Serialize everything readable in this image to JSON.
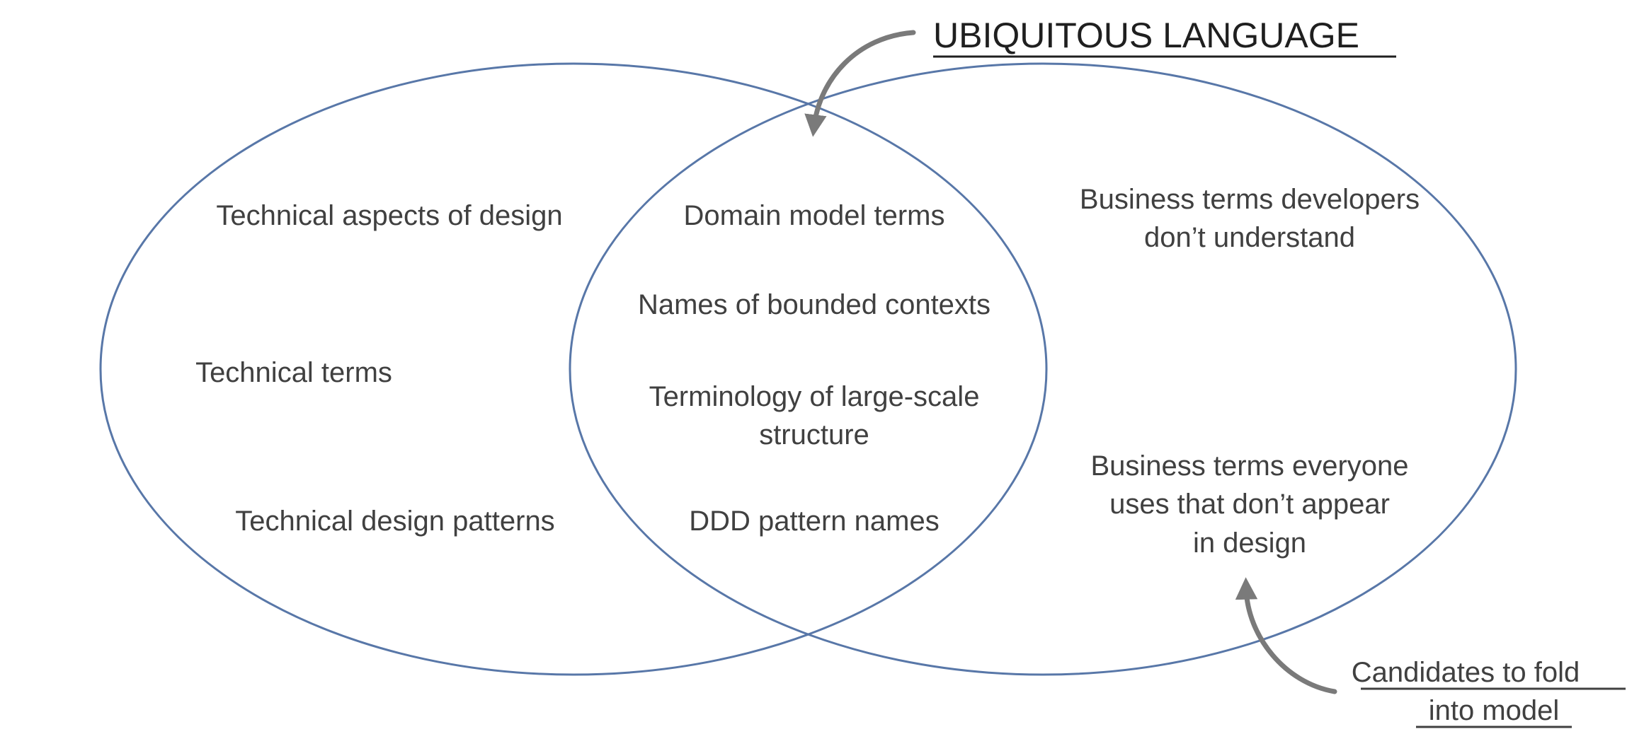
{
  "colors": {
    "ellipse_stroke": "#5877a8",
    "text": "#404040",
    "title_text": "#1f1f1f",
    "arrow": "#7a7a7a"
  },
  "callouts": {
    "ubiquitous_language": "UBIQUITOUS LANGUAGE",
    "candidates_line1": "Candidates to fold",
    "candidates_line2": "into model"
  },
  "left_set": {
    "items": [
      "Technical aspects of design",
      "Technical terms",
      "Technical design patterns"
    ]
  },
  "intersection": {
    "items": [
      "Domain model terms",
      "Names of bounded contexts",
      "Terminology of large-scale",
      "structure",
      "DDD pattern names"
    ]
  },
  "right_set": {
    "items": [
      "Business terms developers",
      "don’t understand",
      "Business terms everyone",
      "uses that don’t appear",
      "in design"
    ]
  }
}
